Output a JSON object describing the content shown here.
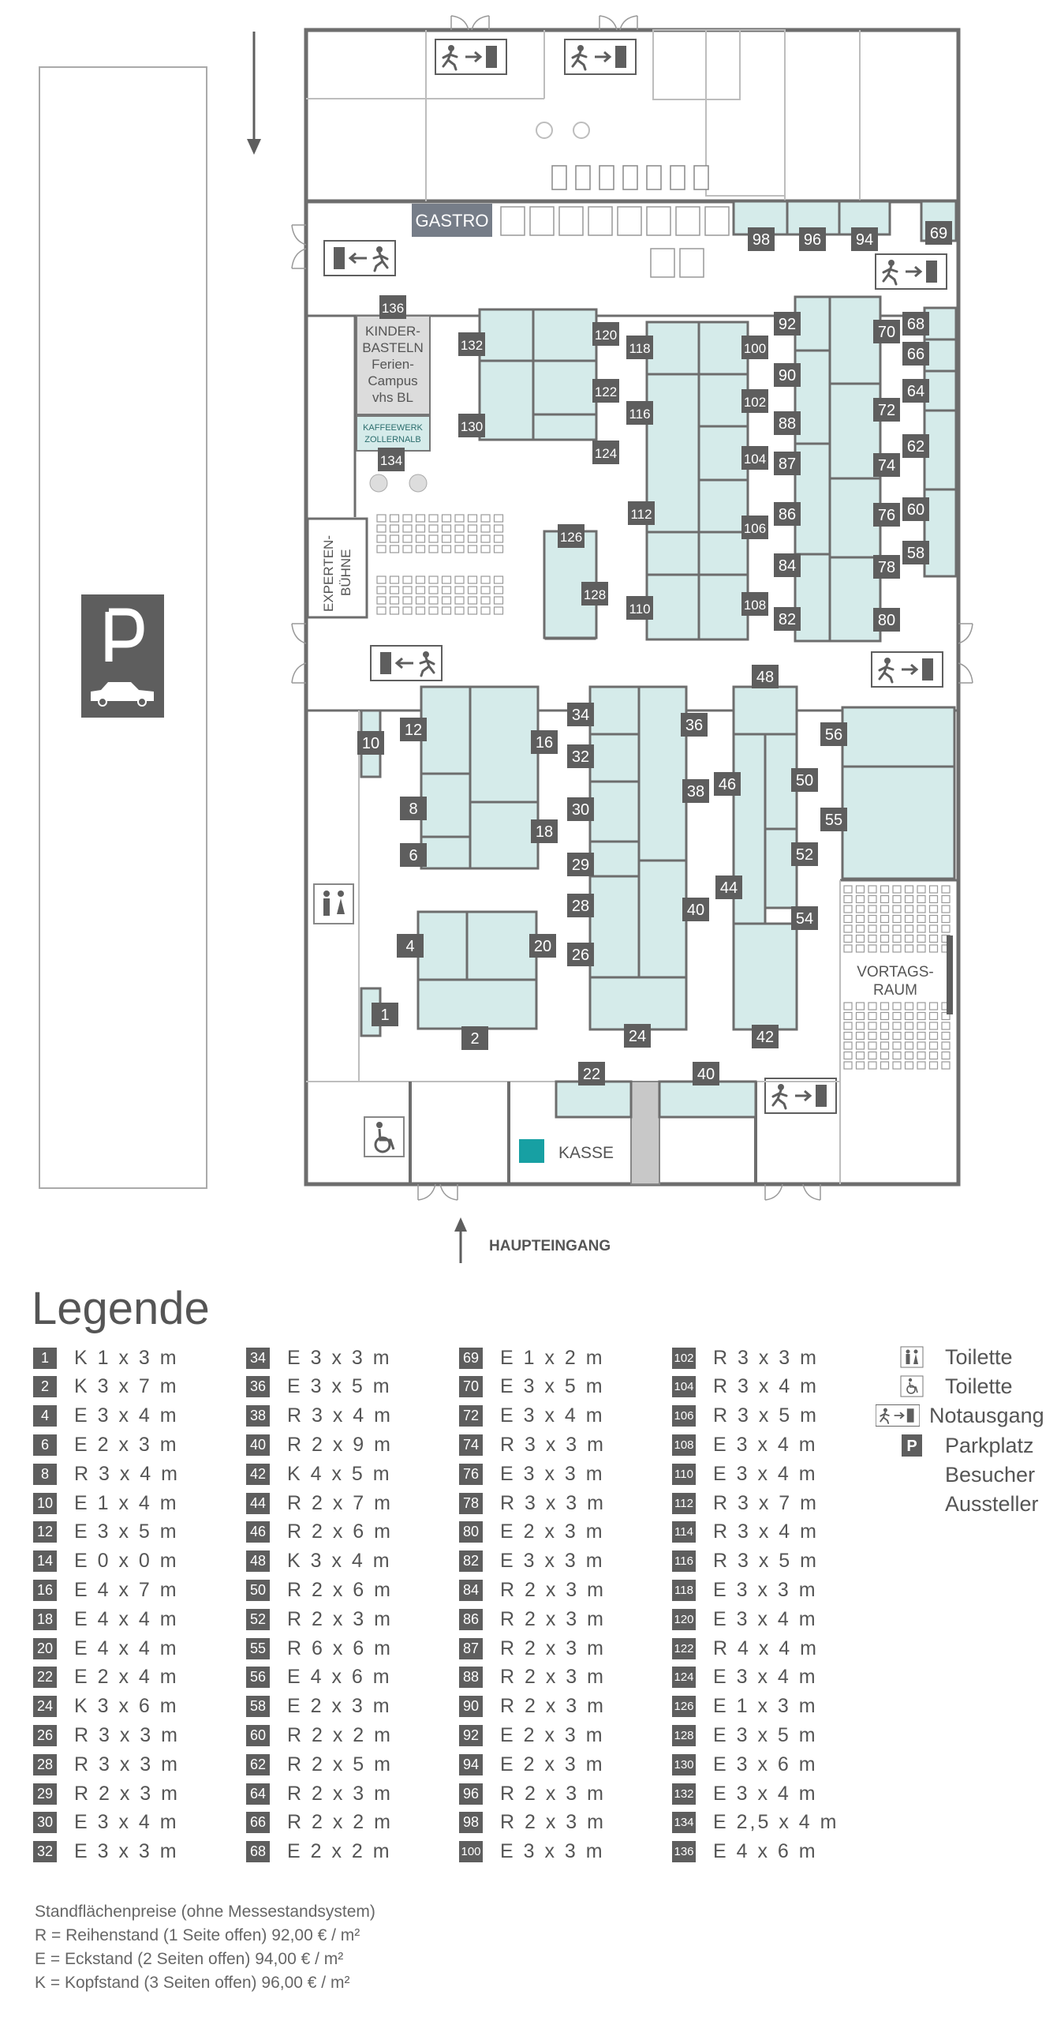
{
  "colors": {
    "wall": "#5e5e5e",
    "booth_fill": "#d5ebea",
    "booth_stroke": "#6d6d6d",
    "badge": "#5e5e5e",
    "light_line": "#bdbdbd",
    "kasse": "#17a0a3"
  },
  "map": {
    "labels": {
      "gastro": "GASTRO",
      "kinder": [
        "KINDER-",
        "BASTELN",
        "Ferien-",
        "Campus",
        "vhs BL"
      ],
      "kaffeewerk": [
        "KAFFEEWERK",
        "ZOLLERNALB"
      ],
      "experten": [
        "EXPERTEN-",
        "BÜHNE"
      ],
      "vortrag": [
        "VORTAGS-",
        "RAUM"
      ],
      "kasse": "KASSE",
      "haupteingang": "HAUPTEINGANG"
    },
    "booth_numbers": [
      "1",
      "2",
      "4",
      "6",
      "8",
      "10",
      "12",
      "16",
      "18",
      "20",
      "22",
      "24",
      "26",
      "28",
      "29",
      "30",
      "32",
      "34",
      "36",
      "38",
      "40",
      "40",
      "42",
      "44",
      "46",
      "48",
      "50",
      "52",
      "54",
      "55",
      "56",
      "58",
      "60",
      "62",
      "64",
      "66",
      "68",
      "69",
      "70",
      "72",
      "74",
      "76",
      "78",
      "80",
      "82",
      "84",
      "86",
      "87",
      "88",
      "90",
      "92",
      "94",
      "96",
      "98",
      "100",
      "102",
      "104",
      "106",
      "108",
      "110",
      "112",
      "116",
      "118",
      "120",
      "122",
      "124",
      "126",
      "128",
      "130",
      "132",
      "134",
      "136"
    ],
    "icons": [
      "parking-icon",
      "car-icon",
      "emergency-exit-icon",
      "toilet-icon",
      "wheelchair-icon",
      "arrow-down-icon",
      "arrow-up-icon"
    ]
  },
  "legend": {
    "title": "Legende",
    "columns": [
      [
        [
          "1",
          "K 1 x 3 m"
        ],
        [
          "2",
          "K 3 x 7 m"
        ],
        [
          "4",
          "E 3 x 4 m"
        ],
        [
          "6",
          "E 2 x 3 m"
        ],
        [
          "8",
          "R 3 x 4 m"
        ],
        [
          "10",
          "E 1 x 4 m"
        ],
        [
          "12",
          "E 3 x 5 m"
        ],
        [
          "14",
          "E 0 x 0 m"
        ],
        [
          "16",
          "E 4 x 7 m"
        ],
        [
          "18",
          "E 4 x 4 m"
        ],
        [
          "20",
          "E 4 x 4 m"
        ],
        [
          "22",
          "E 2 x 4 m"
        ],
        [
          "24",
          "K 3 x 6 m"
        ],
        [
          "26",
          "R 3 x 3 m"
        ],
        [
          "28",
          "R 3 x 3 m"
        ],
        [
          "29",
          "R 2 x 3 m"
        ],
        [
          "30",
          "E 3 x 4 m"
        ],
        [
          "32",
          "E 3 x 3 m"
        ]
      ],
      [
        [
          "34",
          "E 3 x 3 m"
        ],
        [
          "36",
          "E 3 x 5 m"
        ],
        [
          "38",
          "R 3 x 4 m"
        ],
        [
          "40",
          "R 2 x 9 m"
        ],
        [
          "42",
          "K 4 x 5 m"
        ],
        [
          "44",
          "R 2 x 7 m"
        ],
        [
          "46",
          "R 2 x 6 m"
        ],
        [
          "48",
          "K 3 x 4 m"
        ],
        [
          "50",
          "R 2 x 6 m"
        ],
        [
          "52",
          "R 2 x 3 m"
        ],
        [
          "55",
          "R 6 x 6 m"
        ],
        [
          "56",
          "E 4 x 6 m"
        ],
        [
          "58",
          "E 2 x 3 m"
        ],
        [
          "60",
          "R 2 x 2 m"
        ],
        [
          "62",
          "R 2 x 5 m"
        ],
        [
          "64",
          "R 2 x 3 m"
        ],
        [
          "66",
          "R 2 x 2 m"
        ],
        [
          "68",
          "E 2 x 2 m"
        ]
      ],
      [
        [
          "69",
          "E 1 x 2 m"
        ],
        [
          "70",
          "E 3 x 5 m"
        ],
        [
          "72",
          "E 3 x 4 m"
        ],
        [
          "74",
          "R 3 x 3 m"
        ],
        [
          "76",
          "E 3 x 3 m"
        ],
        [
          "78",
          "R 3 x 3 m"
        ],
        [
          "80",
          "E 2 x 3 m"
        ],
        [
          "82",
          "E 3 x 3 m"
        ],
        [
          "84",
          "R 2 x 3 m"
        ],
        [
          "86",
          "R 2 x 3 m"
        ],
        [
          "87",
          "R 2 x 3 m"
        ],
        [
          "88",
          "R 2 x 3 m"
        ],
        [
          "90",
          "R 2 x 3 m"
        ],
        [
          "92",
          "E 2 x 3 m"
        ],
        [
          "94",
          "E 2 x 3 m"
        ],
        [
          "96",
          "R 2 x 3 m"
        ],
        [
          "98",
          "R 2 x 3 m"
        ],
        [
          "100",
          "E 3 x 3 m"
        ]
      ],
      [
        [
          "102",
          "R 3 x 3 m"
        ],
        [
          "104",
          "R 3 x 4 m"
        ],
        [
          "106",
          "R 3 x 5 m"
        ],
        [
          "108",
          "E 3 x 4 m"
        ],
        [
          "110",
          "E 3 x 4 m"
        ],
        [
          "112",
          "R 3 x 7 m"
        ],
        [
          "114",
          "R 3 x 4 m"
        ],
        [
          "116",
          "R 3 x 5 m"
        ],
        [
          "118",
          "E 3 x 3 m"
        ],
        [
          "120",
          "E 3 x 4 m"
        ],
        [
          "122",
          "R 4 x 4 m"
        ],
        [
          "124",
          "E 3 x 4 m"
        ],
        [
          "126",
          "E 1 x 3 m"
        ],
        [
          "128",
          "E 3 x 5 m"
        ],
        [
          "130",
          "E 3 x 6 m"
        ],
        [
          "132",
          "E 3 x 4 m"
        ],
        [
          "134",
          "E 2,5 x 4 m"
        ],
        [
          "136",
          "E 4 x 6 m"
        ]
      ]
    ],
    "symbols": {
      "toilette1": "Toilette",
      "toilette2": "Toilette",
      "notausgang": "Notausgang",
      "parkplatz": "Parkplatz",
      "besucher": "Besucher",
      "aussteller": "Aussteller"
    },
    "prices": [
      "Standflächenpreise (ohne Messestandsystem)",
      "R = Reihenstand (1 Seite offen) 92,00 € / m²",
      "E = Eckstand (2 Seiten offen)  94,00 € / m²",
      "K = Kopfstand (3 Seiten offen) 96,00 € / m²"
    ]
  }
}
